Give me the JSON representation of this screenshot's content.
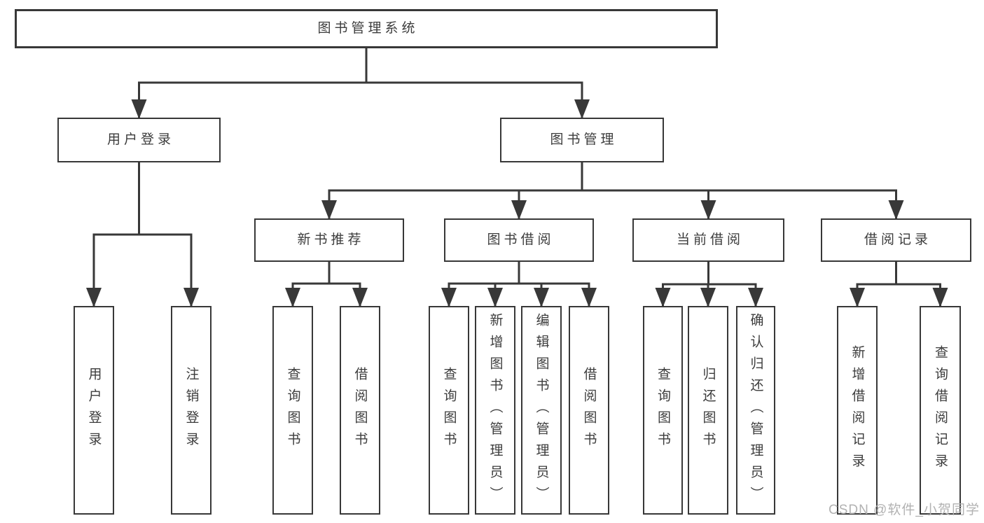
{
  "diagram": {
    "title": "图书管理系统",
    "nodes": [
      {
        "id": "root",
        "label": "图书管理系统"
      },
      {
        "id": "user-login",
        "label": "用户登录"
      },
      {
        "id": "book-mgmt",
        "label": "图书管理"
      },
      {
        "id": "new-book-rec",
        "label": "新书推荐"
      },
      {
        "id": "book-borrow",
        "label": "图书借阅"
      },
      {
        "id": "current-borrow",
        "label": "当前借阅"
      },
      {
        "id": "borrow-record",
        "label": "借阅记录"
      },
      {
        "id": "leaf-user-login",
        "label": "用户登录",
        "vertical": true
      },
      {
        "id": "leaf-logout",
        "label": "注销登录",
        "vertical": true
      },
      {
        "id": "leaf-nbr-query",
        "label": "查询图书",
        "vertical": true
      },
      {
        "id": "leaf-nbr-borrow",
        "label": "借阅图书",
        "vertical": true
      },
      {
        "id": "leaf-bb-query",
        "label": "查询图书",
        "vertical": true
      },
      {
        "id": "leaf-bb-add",
        "label": "新增图书（管理员）",
        "vertical": true
      },
      {
        "id": "leaf-bb-edit",
        "label": "编辑图书（管理员）",
        "vertical": true
      },
      {
        "id": "leaf-bb-borrow",
        "label": "借阅图书",
        "vertical": true
      },
      {
        "id": "leaf-cb-query",
        "label": "查询图书",
        "vertical": true
      },
      {
        "id": "leaf-cb-return",
        "label": "归还图书",
        "vertical": true
      },
      {
        "id": "leaf-cb-confirm",
        "label": "确认归还（管理员）",
        "vertical": true
      },
      {
        "id": "leaf-br-add",
        "label": "新增借阅记录",
        "vertical": true
      },
      {
        "id": "leaf-br-query",
        "label": "查询借阅记录",
        "vertical": true
      }
    ],
    "edges": [
      {
        "from": "root",
        "to": [
          "user-login",
          "book-mgmt"
        ]
      },
      {
        "from": "user-login",
        "to": [
          "leaf-user-login",
          "leaf-logout"
        ]
      },
      {
        "from": "book-mgmt",
        "to": [
          "new-book-rec",
          "book-borrow",
          "current-borrow",
          "borrow-record"
        ]
      },
      {
        "from": "new-book-rec",
        "to": [
          "leaf-nbr-query",
          "leaf-nbr-borrow"
        ]
      },
      {
        "from": "book-borrow",
        "to": [
          "leaf-bb-query",
          "leaf-bb-add",
          "leaf-bb-edit",
          "leaf-bb-borrow"
        ]
      },
      {
        "from": "current-borrow",
        "to": [
          "leaf-cb-query",
          "leaf-cb-return",
          "leaf-cb-confirm"
        ]
      },
      {
        "from": "borrow-record",
        "to": [
          "leaf-br-add",
          "leaf-br-query"
        ]
      }
    ]
  },
  "watermark": {
    "text": "CSDN @软件_小贺同学"
  },
  "colors": {
    "line": "#383838",
    "text": "#3c3c3c",
    "box_background": "#ffffff",
    "page_background": "#ffffff",
    "watermark": "#b2b2b2"
  }
}
